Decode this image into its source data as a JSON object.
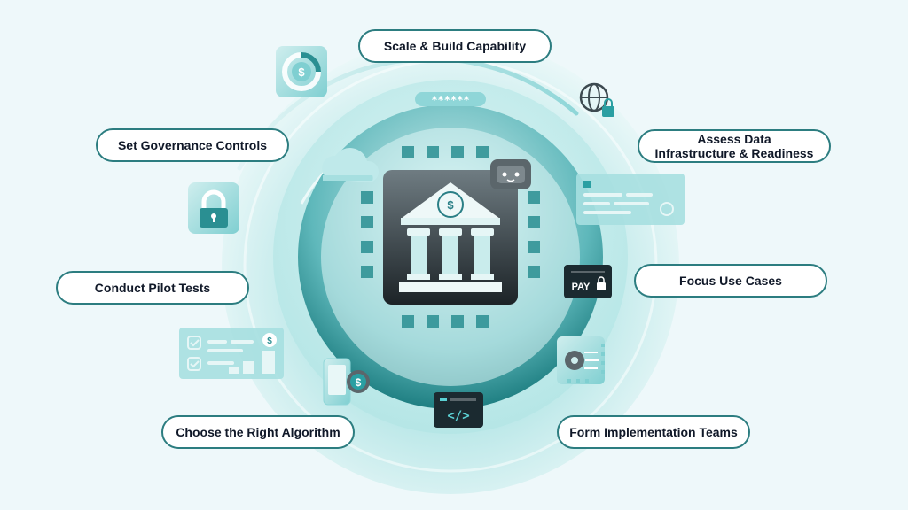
{
  "steps": [
    {
      "label": "Scale & Build Capability"
    },
    {
      "label": "Set Governance Controls"
    },
    {
      "label": "Assess Data\nInfrastructure & Readiness"
    },
    {
      "label": "Focus Use Cases"
    },
    {
      "label": "Conduct Pilot Tests"
    },
    {
      "label": "Choose the Right Algorithm"
    },
    {
      "label": "Form Implementation Teams"
    }
  ],
  "decorations": {
    "pay_card_label": "PAY",
    "password_mask": "******",
    "currency_symbol": "$",
    "code_symbol": "</>"
  },
  "icons": [
    "bank-icon",
    "dollar-coin-icon",
    "padlock-icon",
    "cloud-icon",
    "robot-icon",
    "globe-lock-icon",
    "id-card-icon",
    "pay-card-icon",
    "gear-circuit-icon",
    "code-window-icon",
    "phone-dollar-icon",
    "dashboard-chart-icon",
    "chip-icon",
    "password-field-icon"
  ],
  "colors": {
    "background": "#eef8fa",
    "teal": "#2c7d80",
    "teal_light": "#8fd6d8",
    "dark": "#1b2a30"
  }
}
